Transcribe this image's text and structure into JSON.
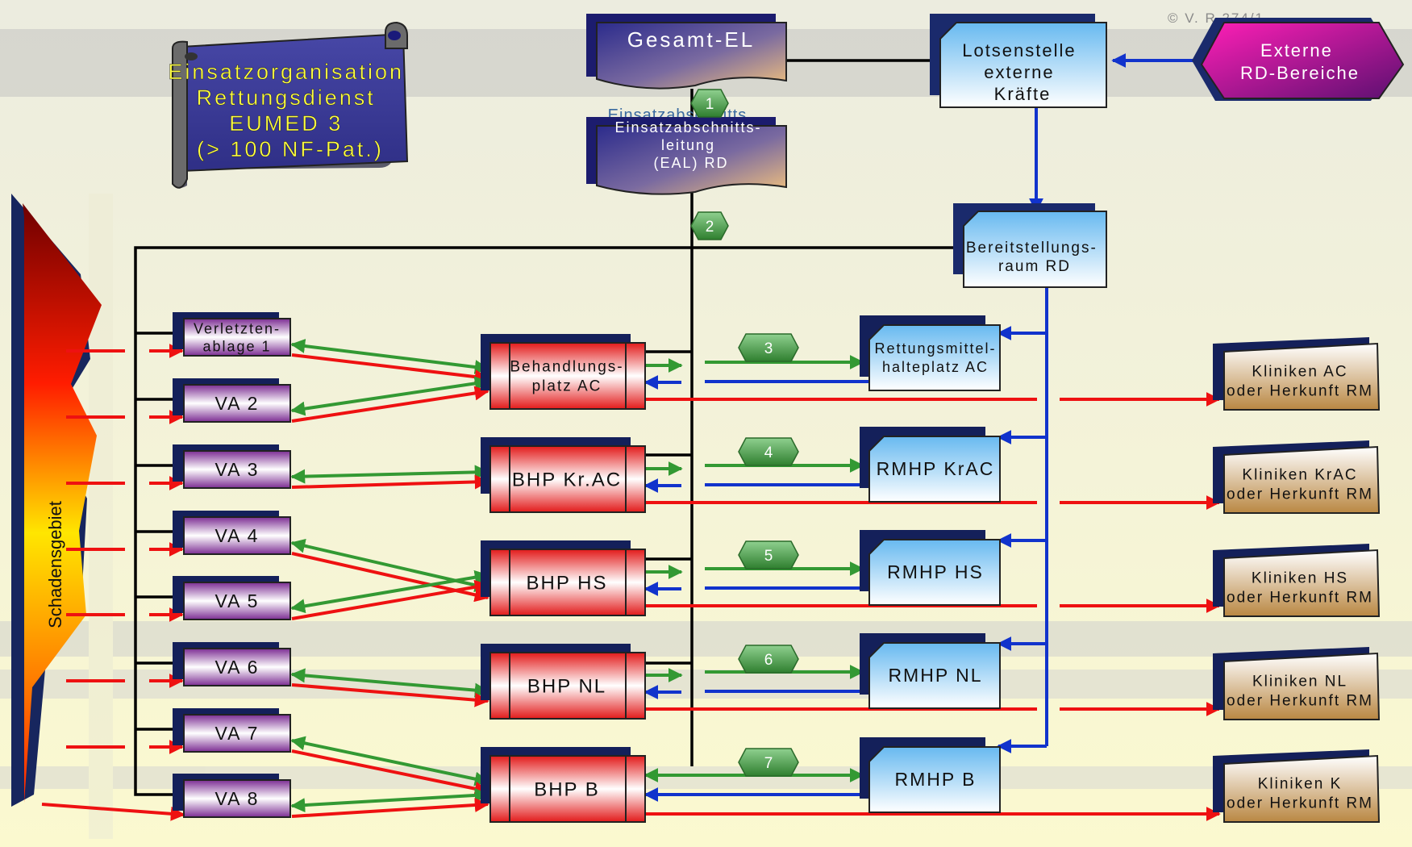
{
  "copyright": "© V. R                              274/1",
  "title_scroll": {
    "lines": [
      "Einsatzorganisation",
      "Rettungsdienst",
      "EUMED 3",
      "(> 100 NF-Pat.)"
    ]
  },
  "damage_area": {
    "label": "Schadensgebiet"
  },
  "command": {
    "gesamt_el": "Gesamt-EL",
    "eal_ghost": "Einsatzabschnitts",
    "eal": [
      "Einsatzabschnitts-",
      "leitung",
      "(EAL) RD"
    ],
    "lotsenstelle": [
      "Lotsenstelle",
      "externe",
      "Kräfte"
    ],
    "externe": [
      "Externe",
      "RD-Bereiche"
    ],
    "bereitstellung": [
      "Bereitstellungs-",
      "raum RD"
    ]
  },
  "badges": [
    "1",
    "2",
    "3",
    "4",
    "5",
    "6",
    "7"
  ],
  "collection_points": [
    [
      "Verletzten-",
      "ablage 1"
    ],
    [
      "VA 2"
    ],
    [
      "VA 3"
    ],
    [
      "VA 4"
    ],
    [
      "VA 5"
    ],
    [
      "VA 6"
    ],
    [
      "VA 7"
    ],
    [
      "VA 8"
    ]
  ],
  "treatment_areas": [
    [
      "Behandlungs-",
      "platz AC"
    ],
    [
      "BHP Kr.AC"
    ],
    [
      "BHP HS"
    ],
    [
      "BHP NL"
    ],
    [
      "BHP B"
    ]
  ],
  "vehicle_holding_points": [
    [
      "Rettungsmittel-",
      "halteplatz AC"
    ],
    [
      "RMHP KrAC"
    ],
    [
      "RMHP HS"
    ],
    [
      "RMHP NL"
    ],
    [
      "RMHP B"
    ]
  ],
  "hospitals": [
    [
      "Kliniken AC",
      "oder Herkunft RM"
    ],
    [
      "Kliniken KrAC",
      "oder Herkunft RM"
    ],
    [
      "Kliniken HS",
      "oder Herkunft RM"
    ],
    [
      "Kliniken NL",
      "oder Herkunft RM"
    ],
    [
      "Kliniken K",
      "oder Herkunft RM"
    ]
  ],
  "colors": {
    "casualty_flow": "#ee1111",
    "coordination": "#339933",
    "vehicle_flow": "#1133cc",
    "command_line": "#000000",
    "treatment_fill": "#ee2a2a",
    "collection_fill": "#8e3fa3",
    "vehicle_fill": "#7fc8f4",
    "hospital_fill": "#c59656",
    "badge_fill": "#5aa55a"
  }
}
